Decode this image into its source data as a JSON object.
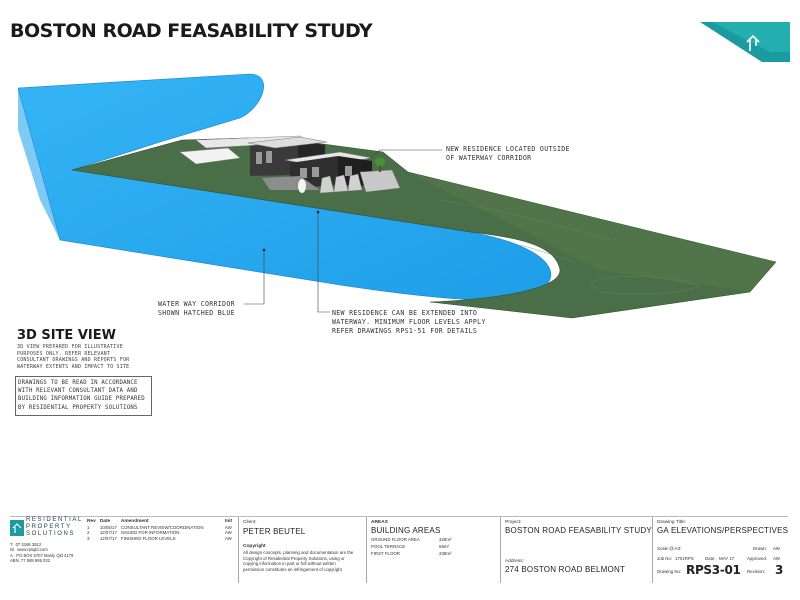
{
  "sheet": {
    "title": "BOSTON ROAD FEASABILITY STUDY"
  },
  "callouts": {
    "outside_corridor": "NEW RESIDENCE LOCATED OUTSIDE\nOF WATERWAY CORRIDOR",
    "waterway_corridor": "WATER WAY CORRIDOR\nSHOWN HATCHED BLUE",
    "extend_into": "NEW RESIDENCE CAN BE EXTENDED INTO\nWATERWAY. MINIMUM FLOOR LEVELS APPLY\nREFER DRAWINGS RPS1-51 FOR DETAILS"
  },
  "view": {
    "title": "3D SITE VIEW",
    "note": "3D VIEW PREPARED FOR ILLUSTRATIVE\nPURPOSES ONLY. REFER RELEVANT\nCONSULTANT DRAWINGS AND REPORTS FOR\nWATERWAY EXTENTS AND IMPACT TO SITE",
    "boxed_note": "DRAWINGS TO BE READ IN ACCORDANCE\nWITH RELEVANT CONSULTANT DATA AND\nBUILDING INFORMATION GUIDE PREPARED\nBY RESIDENTIAL PROPERTY SOLUTIONS"
  },
  "title_block": {
    "company": {
      "name": "RESIDENTIAL\nPROPERTY\nSOLUTIONS",
      "contact": "T.  07 3166 3812\nW.  www.rpsqld.com\nA.  PO BOX 5707 Manly Qld 4179\nABN. 77 588 985 032"
    },
    "revisions": {
      "header_rev": "Rev",
      "header_date": "Date",
      "header_amendment": "Amendment",
      "header_init": "Init",
      "rows": [
        {
          "rev": "1",
          "date": "10/05/17",
          "amendment": "CONSULTANT REVIEW/COORDINATION",
          "init": "AW"
        },
        {
          "rev": "2",
          "date": "12/07/17",
          "amendment": "ISSUED FOR INFORMATION",
          "init": "AW"
        },
        {
          "rev": "3",
          "date": "12/07/17",
          "amendment": "FINISHED FLOOR LEVELS",
          "init": "AW"
        }
      ]
    },
    "client": {
      "label": "Client:",
      "value": "PETER BEUTEL",
      "copyright_label": "Copyright",
      "copyright_text": "All design concepts, planning and documentation are the Copyright of Residential Property Solutions, using or copying information in part or full without written permission constitutes an infringement of copyright"
    },
    "areas": {
      "label": "AREAS",
      "value": "BUILDING AREAS",
      "rows": [
        {
          "name": "GROUND FLOOR AREA",
          "value": "328m²"
        },
        {
          "name": "POOL TERRACE",
          "value": "65m²"
        },
        {
          "name": "FIRST FLOOR",
          "value": "338m²"
        }
      ]
    },
    "project": {
      "label": "Project:",
      "value": "BOSTON ROAD FEASABILITY STUDY",
      "address_label": "Address:",
      "address_value": "274  BOSTON ROAD BELMONT"
    },
    "drawing": {
      "title_label": "Drawing Title:",
      "title_value": "GA ELEVATIONS/PERSPECTIVES",
      "scale": "Scale @ A3:",
      "drawn_label": "Drawn:",
      "drawn_value": "AW",
      "job_label": "Job No:",
      "job_value": "1701RPS",
      "date_label": "Date:",
      "date_value": "MAY 17",
      "approved_label": "Approved:",
      "approved_value": "AW",
      "number_label": "Drawing No:",
      "number_value": "RPS3-01",
      "revision_label": "Revision:",
      "revision_value": "3"
    }
  },
  "colors": {
    "water": "#2faaf0",
    "land": "#4a6e47",
    "brand_teal": "#1a9ba0"
  }
}
